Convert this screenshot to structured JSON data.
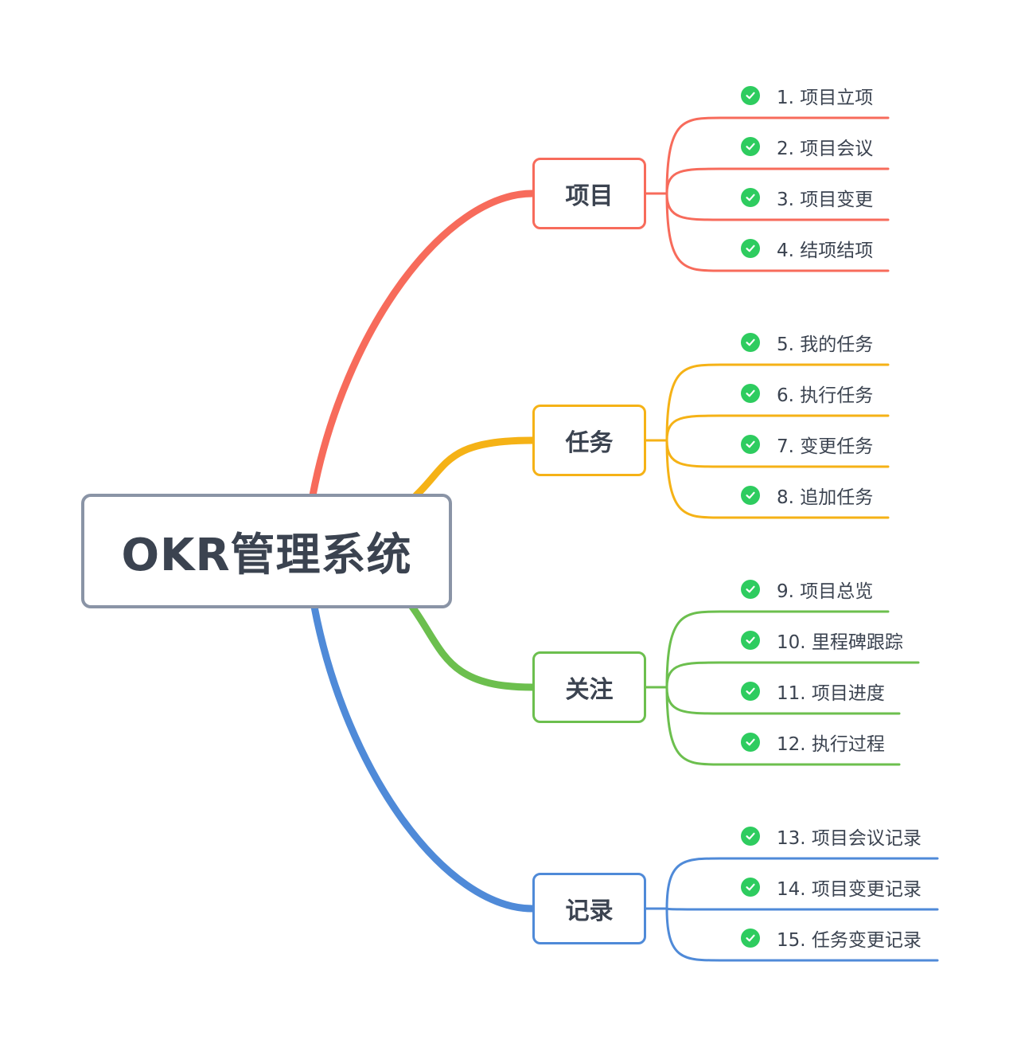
{
  "root": {
    "label": "OKR管理系统",
    "color": "#8a94a6"
  },
  "branches": [
    {
      "label": "项目",
      "color": "#f76b5b",
      "items": [
        "1. 项目立项",
        "2. 项目会议",
        "3. 项目变更",
        "4. 结项结项"
      ]
    },
    {
      "label": "任务",
      "color": "#f5b216",
      "items": [
        "5. 我的任务",
        "6. 执行任务",
        "7. 变更任务",
        "8. 追加任务"
      ]
    },
    {
      "label": "关注",
      "color": "#6cbf4e",
      "items": [
        "9. 项目总览",
        "10. 里程碑跟踪",
        "11. 项目进度",
        "12. 执行过程"
      ]
    },
    {
      "label": "记录",
      "color": "#4f8ad8",
      "items": [
        "13. 项目会议记录",
        "14. 项目变更记录",
        "15. 任务变更记录"
      ]
    }
  ],
  "check_color": "#2ecc5f",
  "icons": {
    "item_status": "check-circle-icon"
  }
}
